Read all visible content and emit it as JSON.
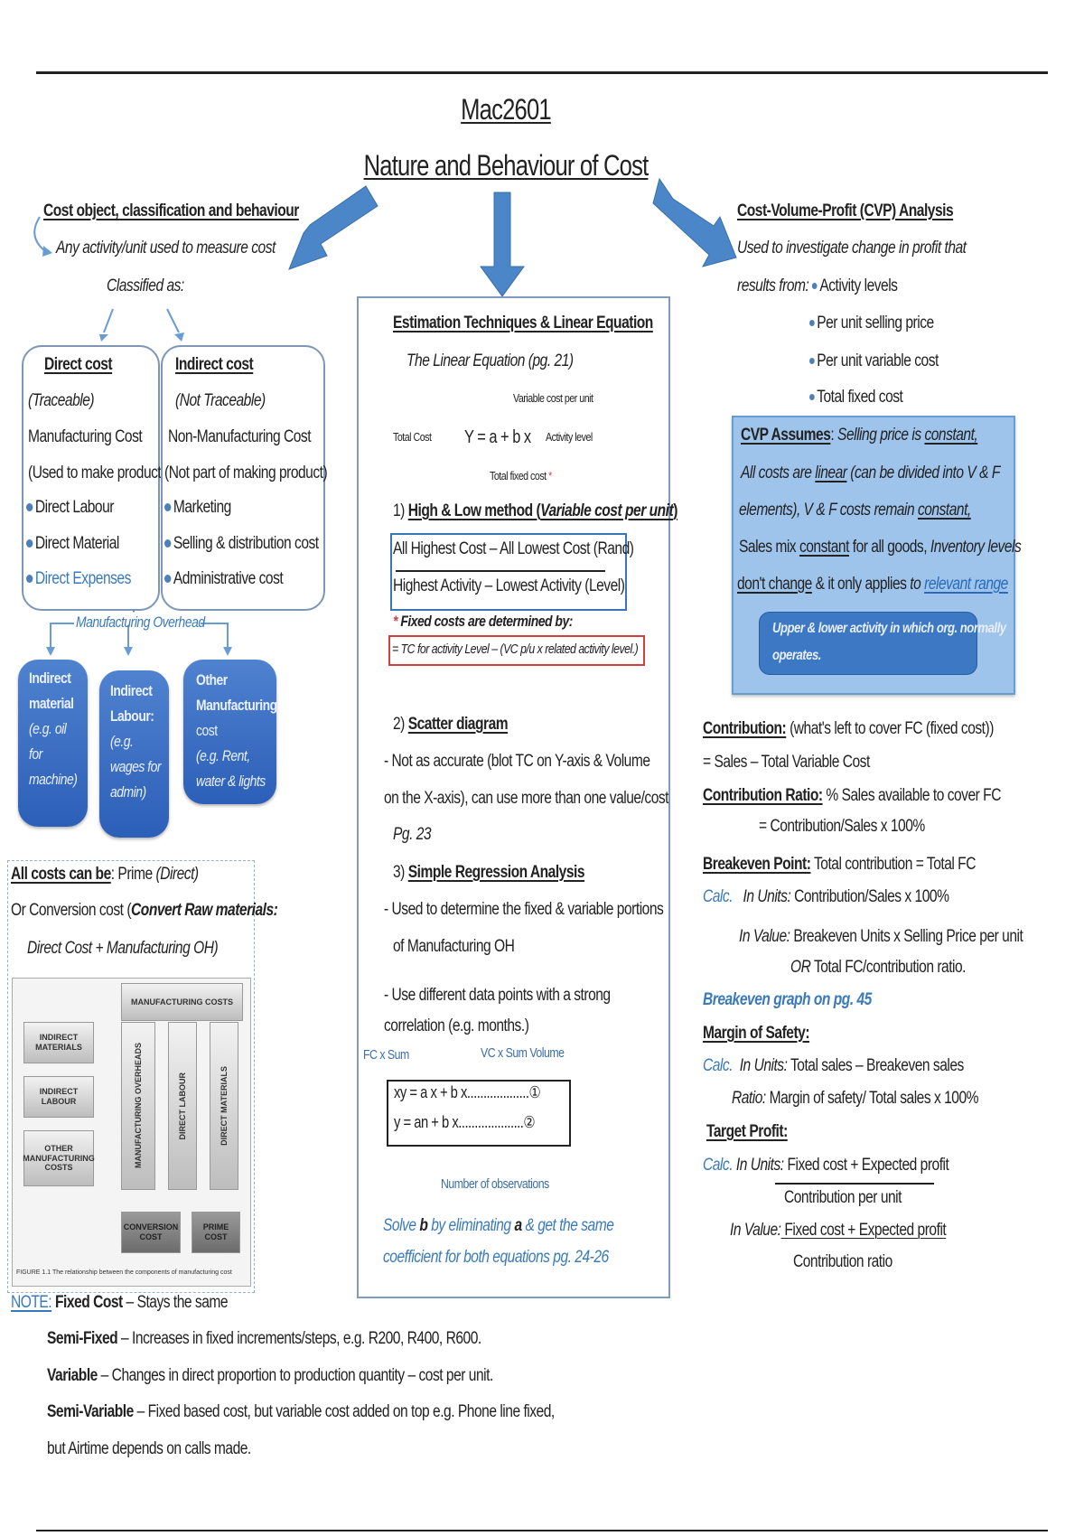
{
  "header": {
    "course_code": "Mac2601",
    "title": "Nature and Behaviour of Cost"
  },
  "left": {
    "heading": "Cost object, classification and behaviour",
    "definition": "Any activity/unit used to measure cost",
    "classified_as": "Classified as:",
    "direct": {
      "title": "Direct cost",
      "sub": "(Traceable)",
      "type": "Manufacturing Cost",
      "desc": "(Used to make product)",
      "items": [
        "Direct Labour",
        "Direct Material",
        "Direct Expenses"
      ]
    },
    "indirect": {
      "title": "Indirect cost",
      "sub": "(Not Traceable)",
      "type": "Non-Manufacturing Cost",
      "desc": "(Not part of making product)",
      "items": [
        "Marketing",
        "Selling & distribution cost",
        "Administrative cost"
      ]
    },
    "overhead_label": "Manufacturing Overhead",
    "overhead_boxes": [
      {
        "title": [
          "Indirect",
          "material"
        ],
        "example": [
          "(e.g. oil",
          "for",
          "machine)"
        ]
      },
      {
        "title": [
          "Indirect",
          "Labour:"
        ],
        "example": [
          "(e.g.",
          "wages for",
          "admin)"
        ]
      },
      {
        "title": [
          "Other",
          "Manufacturing",
          "cost"
        ],
        "example": [
          "(e.g. Rent,",
          "water & lights"
        ]
      }
    ],
    "all_costs": {
      "label": "All costs can be",
      "prime": "Prime",
      "prime_note": "(Direct)",
      "conv_prefix": "Or Conversion cost (",
      "conv_bold": "Convert Raw materials:",
      "conv_formula": "Direct Cost + Manufacturing OH)"
    },
    "figure": {
      "top": "MANUFACTURING COSTS",
      "left_boxes": [
        "INDIRECT MATERIALS",
        "INDIRECT LABOUR",
        "OTHER MANUFACTURING COSTS"
      ],
      "columns": [
        "MANUFACTURING OVERHEADS",
        "DIRECT LABOUR",
        "DIRECT MATERIALS"
      ],
      "bottom": [
        "CONVERSION COST",
        "PRIME COST"
      ],
      "caption": "FIGURE 1.1  The relationship between the components of manufacturing cost"
    }
  },
  "note": {
    "label": "NOTE:",
    "lines": [
      {
        "term": "Fixed Cost",
        "text": " – Stays the same"
      },
      {
        "term": "Semi-Fixed",
        "text": " – Increases in fixed increments/steps, e.g. R200, R400, R600."
      },
      {
        "term": "Variable",
        "text": " – Changes in direct proportion to production quantity – cost per unit."
      },
      {
        "term": "Semi-Variable",
        "text": " – Fixed based cost, but variable cost added on top e.g. Phone line fixed,"
      },
      {
        "term": "",
        "text": "but Airtime depends on calls made."
      }
    ]
  },
  "middle": {
    "heading": "Estimation Techniques & Linear Equation",
    "subheading": "The Linear Equation (pg. 21)",
    "equation": "Y = a + b x",
    "eq_labels": {
      "total_cost": "Total Cost",
      "variable": "Variable cost per unit",
      "activity": "Activity level",
      "fixed": "Total fixed cost",
      "asterisk": "*"
    },
    "high_low": {
      "number": "1)",
      "title": "High & Low method (",
      "title_it": "Variable cost per unit",
      "title_end": ")",
      "numerator": "All Highest Cost – All Lowest Cost (Rand)",
      "denominator": "Highest Activity – Lowest Activity (Level)",
      "fixed_label": "Fixed costs are determined by:",
      "fixed_formula": "= TC for activity Level – (VC p/u x related activity level.)"
    },
    "scatter": {
      "number": "2)",
      "title": "Scatter diagram",
      "lines": [
        "- Not as accurate (blot TC on Y-axis & Volume",
        "on the X-axis), can use more than one value/cost"
      ],
      "page": "Pg. 23"
    },
    "regression": {
      "number": "3)",
      "title": "Simple Regression Analysis",
      "lines": [
        "- Used to determine the fixed & variable portions",
        "of Manufacturing OH",
        "- Use different data points with a strong",
        "correlation (e.g. months.)"
      ],
      "label_fc": "FC x Sum",
      "label_vc": "VC x Sum Volume",
      "eq1": "xy  =  a x + b x...................①",
      "eq2": "y   =  an + b x....................②",
      "label_n": "Number of observations",
      "solve": [
        "Solve ",
        "b",
        " by eliminating ",
        "a",
        " & get the same"
      ],
      "solve2": "coefficient for both equations pg. 24-26"
    }
  },
  "right": {
    "heading": "Cost-Volume-Profit (CVP) Analysis",
    "intro1": "Used to investigate change in profit that",
    "intro2": "results from:",
    "factors": [
      "Activity levels",
      "Per unit selling price",
      "Per unit variable cost",
      "Total fixed cost"
    ],
    "assumes": {
      "label": "CVP Assumes",
      "l1a": "Selling price is ",
      "l1b": "constant,",
      "l2a": "All costs are ",
      "l2b": "linear",
      "l2c": " (can be divided into V & F",
      "l3a": "elements), V & F costs remain ",
      "l3b": "constant,",
      "l4a": "Sales mix ",
      "l4b": "constant",
      "l4c": " for all goods, ",
      "l4d": "Inventory levels",
      "l5a": "don't change",
      "l5b": " & it only applies ",
      "l5c": "to ",
      "l5d": "relevant range",
      "range_note1": "Upper & lower activity in which org. normally",
      "range_note2": "operates."
    },
    "contribution": {
      "label": "Contribution:",
      "text": " (what's left to cover FC (fixed cost))",
      "formula": "= Sales – Total Variable Cost"
    },
    "ratio": {
      "label": "Contribution Ratio:",
      "text": " % Sales available to cover FC",
      "formula": "= Contribution/Sales x 100%"
    },
    "breakeven": {
      "label": "Breakeven Point:",
      "text": "  Total contribution = Total FC",
      "calc": "Calc.",
      "units_label": "In Units:",
      "units": "  Contribution/Sales x 100%",
      "value_label": "In Value:",
      "value": " Breakeven Units x Selling Price per unit",
      "or_label": "OR",
      "or": " Total FC/contribution ratio.",
      "graph": "Breakeven graph on pg. 45"
    },
    "margin": {
      "label": "Margin of Safety:",
      "calc": "Calc.",
      "units_label": "In Units:",
      "units": " Total sales – Breakeven sales",
      "ratio_label": "Ratio:",
      "ratio": " Margin of safety/ Total sales x 100%"
    },
    "target": {
      "label": "Target Profit:",
      "calc": "Calc.",
      "units_label": "In Units:",
      "units_num": " Fixed cost + Expected profit",
      "units_den": "Contribution per unit",
      "value_label": "In Value:",
      "value_num": " Fixed cost + Expected profit",
      "value_den": "Contribution ratio"
    }
  },
  "colors": {
    "accent": "#4a86c8",
    "overhead": "#3a6fc2",
    "cvp_box": "#9ec4ec",
    "red_box": "#d04040"
  }
}
